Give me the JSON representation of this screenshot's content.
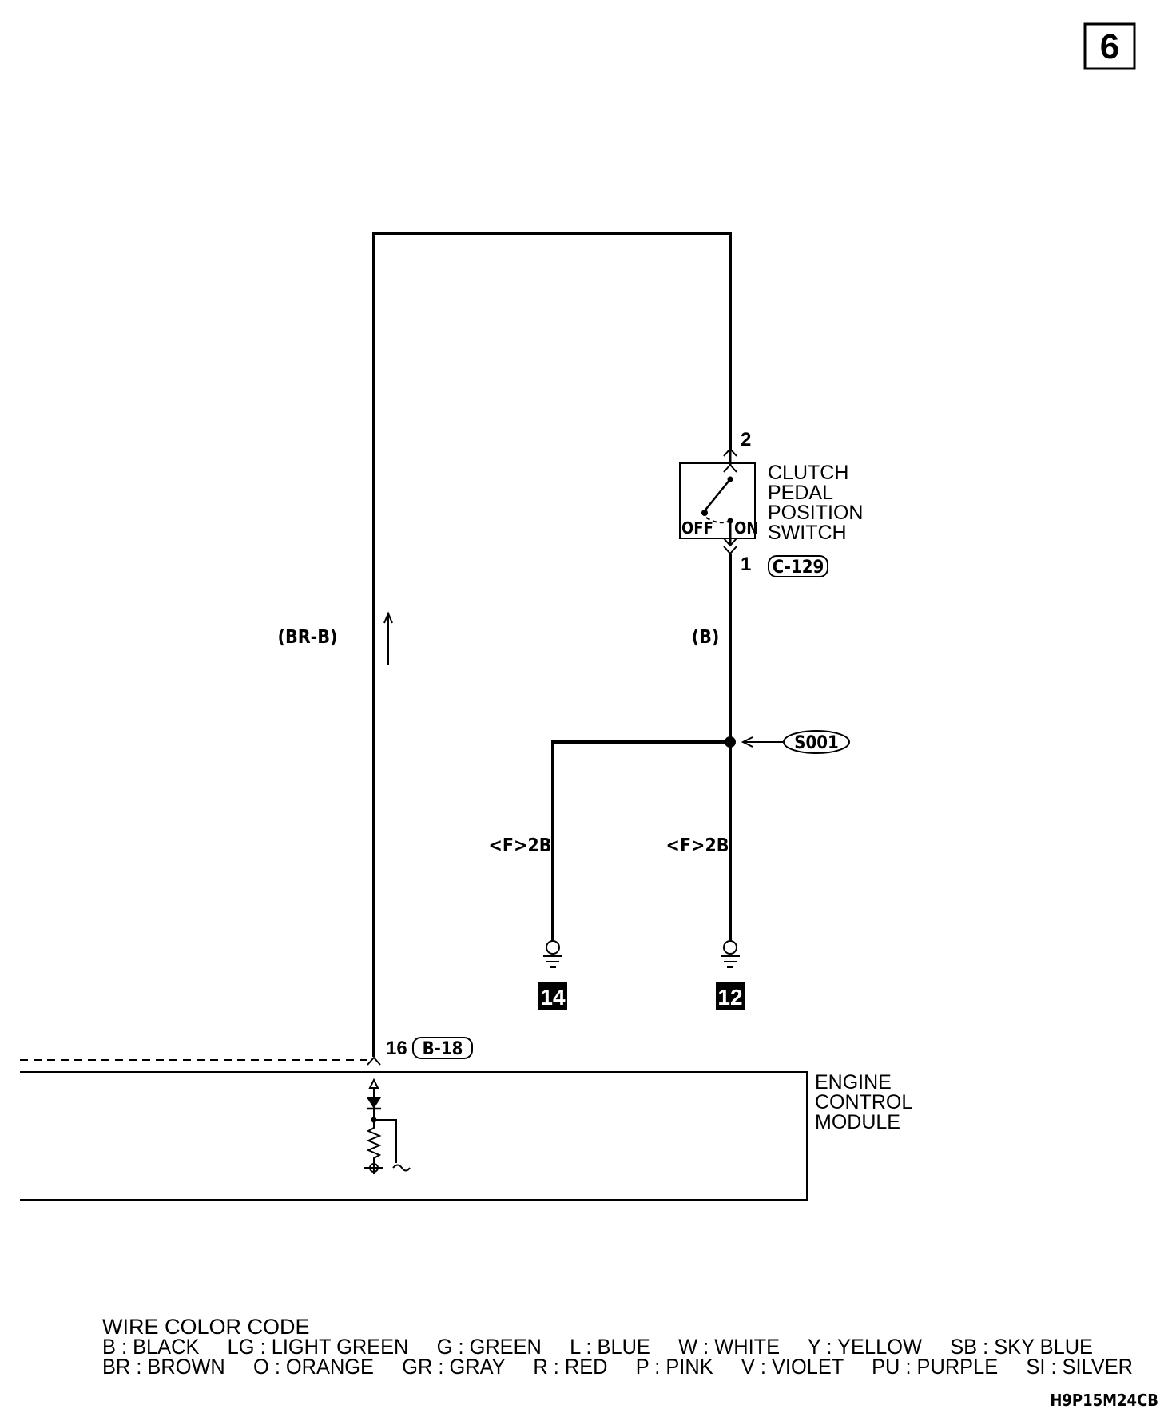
{
  "page_number": "6",
  "components": {
    "clutch_switch": {
      "name_lines": [
        "CLUTCH",
        "PEDAL",
        "POSITION",
        "SWITCH"
      ],
      "pin_top": "2",
      "pin_bottom": "1",
      "connector": "C-129",
      "off_label": "OFF",
      "on_label": "ON"
    },
    "ecm": {
      "name_lines": [
        "ENGINE",
        "CONTROL",
        "MODULE"
      ],
      "pin": "16",
      "connector": "B-18"
    },
    "splice": "S001"
  },
  "wires": {
    "left_wire_color": "(BR-B)",
    "right_wire_color": "(B)",
    "ground_left_wire": "<F>2B",
    "ground_right_wire": "<F>2B"
  },
  "grounds": {
    "left": "14",
    "right": "12"
  },
  "legend": {
    "title": "WIRE COLOR CODE",
    "row1": "B : BLACK     LG : LIGHT GREEN     G : GREEN     L : BLUE     W : WHITE     Y : YELLOW     SB : SKY BLUE",
    "row2": "BR : BROWN     O : ORANGE     GR : GRAY     R : RED     P : PINK     V : VIOLET     PU : PURPLE     SI : SILVER"
  },
  "diagram_code": "H9P15M24CB"
}
